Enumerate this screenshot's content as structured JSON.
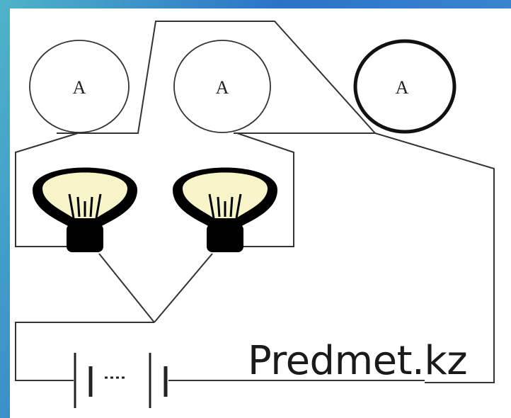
{
  "ammeters": [
    {
      "label": "A"
    },
    {
      "label": "A"
    },
    {
      "label": "A"
    }
  ],
  "watermark": "Predmet.kz",
  "colors": {
    "background_blue": "#2a74c8",
    "background_teal": "#4fb3c9",
    "panel": "#ffffff",
    "wire": "#333333",
    "lamp_glass": "#f6f4c8",
    "lamp_base": "#000000"
  },
  "icons": [
    "ammeter-icon",
    "lamp-icon",
    "lamp-icon",
    "battery-icon"
  ]
}
